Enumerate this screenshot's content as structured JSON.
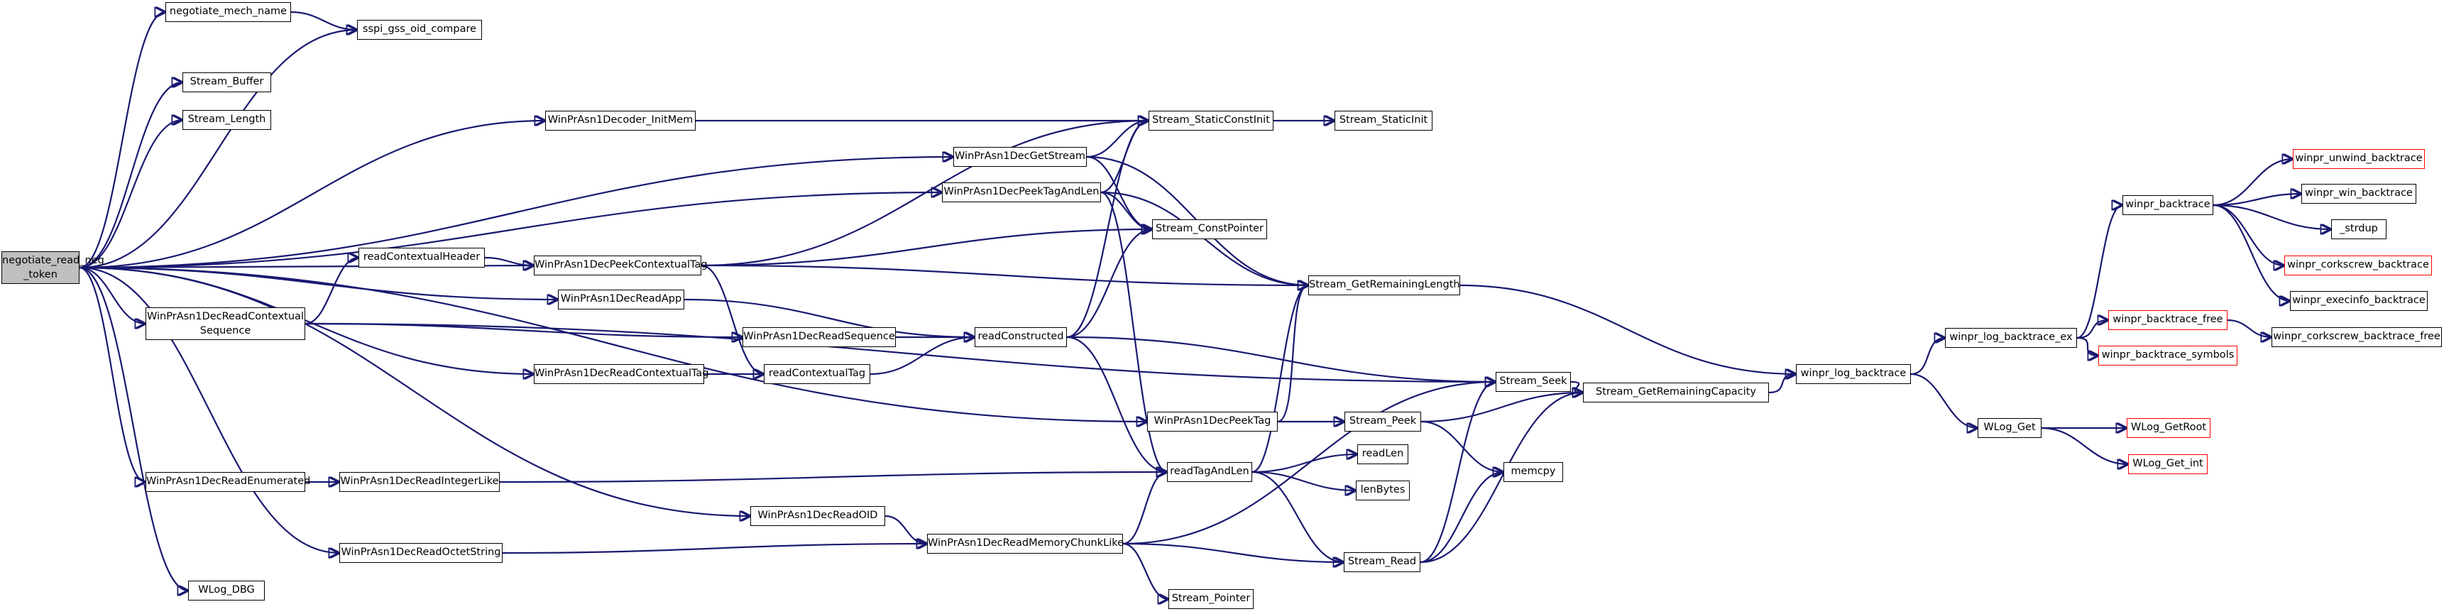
{
  "graph": {
    "root": {
      "line1": "negotiate_read_neg",
      "line2": "_token"
    },
    "nodes": {
      "negotiate_mech_name": "negotiate_mech_name",
      "sspi_gss_oid_compare": "sspi_gss_oid_compare",
      "Stream_Buffer": "Stream_Buffer",
      "Stream_Length": "Stream_Length",
      "WinPrAsn1Decoder_InitMem": "WinPrAsn1Decoder_InitMem",
      "Stream_StaticConstInit": "Stream_StaticConstInit",
      "Stream_StaticInit": "Stream_StaticInit",
      "WinPrAsn1DecGetStream": "WinPrAsn1DecGetStream",
      "WinPrAsn1DecPeekTagAndLen": "WinPrAsn1DecPeekTagAndLen",
      "Stream_ConstPointer": "Stream_ConstPointer",
      "WinPrAsn1DecPeekContextualTag": "WinPrAsn1DecPeekContextualTag",
      "Stream_GetRemainingLength": "Stream_GetRemainingLength",
      "WinPrAsn1DecReadApp": "WinPrAsn1DecReadApp",
      "readContextualHeader": "readContextualHeader",
      "WinPrAsn1DecReadContextualSequence": {
        "line1": "WinPrAsn1DecReadContextual",
        "line2": "Sequence"
      },
      "WinPrAsn1DecReadSequence": "WinPrAsn1DecReadSequence",
      "readConstructed": "readConstructed",
      "WinPrAsn1DecReadContextualTag": "WinPrAsn1DecReadContextualTag",
      "readContextualTag": "readContextualTag",
      "Stream_Seek": "Stream_Seek",
      "Stream_GetRemainingCapacity": "Stream_GetRemainingCapacity",
      "winpr_log_backtrace": "winpr_log_backtrace",
      "winpr_log_backtrace_ex": "winpr_log_backtrace_ex",
      "winpr_backtrace": "winpr_backtrace",
      "winpr_unwind_backtrace": "winpr_unwind_backtrace",
      "winpr_win_backtrace": "winpr_win_backtrace",
      "_strdup": "_strdup",
      "winpr_corkscrew_backtrace": "winpr_corkscrew_backtrace",
      "winpr_execinfo_backtrace": "winpr_execinfo_backtrace",
      "winpr_backtrace_free": "winpr_backtrace_free",
      "winpr_corkscrew_backtrace_free": "winpr_corkscrew_backtrace_free",
      "winpr_backtrace_symbols": "winpr_backtrace_symbols",
      "WLog_Get": "WLog_Get",
      "WLog_GetRoot": "WLog_GetRoot",
      "WLog_Get_int": "WLog_Get_int",
      "WinPrAsn1DecPeekTag": "WinPrAsn1DecPeekTag",
      "Stream_Peek": "Stream_Peek",
      "memcpy": "memcpy",
      "WinPrAsn1DecReadEnumerated": "WinPrAsn1DecReadEnumerated",
      "WinPrAsn1DecReadIntegerLike": "WinPrAsn1DecReadIntegerLike",
      "readTagAndLen": "readTagAndLen",
      "readLen": "readLen",
      "lenBytes": "lenBytes",
      "WinPrAsn1DecReadOID": "WinPrAsn1DecReadOID",
      "WinPrAsn1DecReadOctetString": "WinPrAsn1DecReadOctetString",
      "WinPrAsn1DecReadMemoryChunkLike": "WinPrAsn1DecReadMemoryChunkLike",
      "Stream_Read": "Stream_Read",
      "WLog_DBG": "WLog_DBG",
      "Stream_Pointer": "Stream_Pointer"
    },
    "truncated": [
      "winpr_unwind_backtrace",
      "winpr_corkscrew_backtrace",
      "winpr_backtrace_free",
      "winpr_backtrace_symbols",
      "WLog_GetRoot",
      "WLog_Get_int"
    ],
    "colors": {
      "edge": "#191970",
      "node_border": "#000000",
      "truncated_border": "#ff0000",
      "root_fill": "#bfbfbf"
    },
    "edges": [
      [
        "root",
        "negotiate_mech_name"
      ],
      [
        "root",
        "sspi_gss_oid_compare"
      ],
      [
        "root",
        "Stream_Buffer"
      ],
      [
        "root",
        "Stream_Length"
      ],
      [
        "root",
        "WinPrAsn1Decoder_InitMem"
      ],
      [
        "root",
        "WinPrAsn1DecGetStream"
      ],
      [
        "root",
        "WinPrAsn1DecPeekTagAndLen"
      ],
      [
        "root",
        "WinPrAsn1DecPeekContextualTag"
      ],
      [
        "root",
        "WinPrAsn1DecReadApp"
      ],
      [
        "root",
        "WinPrAsn1DecReadContextualSequence"
      ],
      [
        "root",
        "WinPrAsn1DecReadContextualTag"
      ],
      [
        "root",
        "WinPrAsn1DecPeekTag"
      ],
      [
        "root",
        "WinPrAsn1DecReadEnumerated"
      ],
      [
        "root",
        "WinPrAsn1DecReadOID"
      ],
      [
        "root",
        "WinPrAsn1DecReadOctetString"
      ],
      [
        "root",
        "WLog_DBG"
      ],
      [
        "negotiate_mech_name",
        "sspi_gss_oid_compare"
      ],
      [
        "WinPrAsn1Decoder_InitMem",
        "Stream_StaticConstInit"
      ],
      [
        "Stream_StaticConstInit",
        "Stream_StaticInit"
      ],
      [
        "WinPrAsn1DecGetStream",
        "Stream_StaticConstInit"
      ],
      [
        "WinPrAsn1DecGetStream",
        "Stream_ConstPointer"
      ],
      [
        "WinPrAsn1DecGetStream",
        "Stream_GetRemainingLength"
      ],
      [
        "WinPrAsn1DecPeekTagAndLen",
        "Stream_StaticConstInit"
      ],
      [
        "WinPrAsn1DecPeekTagAndLen",
        "Stream_ConstPointer"
      ],
      [
        "WinPrAsn1DecPeekTagAndLen",
        "Stream_GetRemainingLength"
      ],
      [
        "WinPrAsn1DecPeekTagAndLen",
        "readTagAndLen"
      ],
      [
        "WinPrAsn1DecPeekContextualTag",
        "Stream_StaticConstInit"
      ],
      [
        "WinPrAsn1DecPeekContextualTag",
        "Stream_ConstPointer"
      ],
      [
        "WinPrAsn1DecPeekContextualTag",
        "Stream_GetRemainingLength"
      ],
      [
        "WinPrAsn1DecPeekContextualTag",
        "readContextualTag"
      ],
      [
        "WinPrAsn1DecReadApp",
        "readConstructed"
      ],
      [
        "WinPrAsn1DecReadContextualSequence",
        "readContextualHeader"
      ],
      [
        "WinPrAsn1DecReadContextualSequence",
        "WinPrAsn1DecReadSequence"
      ],
      [
        "WinPrAsn1DecReadContextualSequence",
        "Stream_Seek"
      ],
      [
        "readContextualHeader",
        "WinPrAsn1DecPeekContextualTag"
      ],
      [
        "WinPrAsn1DecReadSequence",
        "readConstructed"
      ],
      [
        "WinPrAsn1DecReadContextualTag",
        "readContextualTag"
      ],
      [
        "readContextualTag",
        "readConstructed"
      ],
      [
        "readConstructed",
        "Stream_StaticConstInit"
      ],
      [
        "readConstructed",
        "Stream_ConstPointer"
      ],
      [
        "readConstructed",
        "Stream_Seek"
      ],
      [
        "readConstructed",
        "readTagAndLen"
      ],
      [
        "Stream_GetRemainingLength",
        "winpr_log_backtrace"
      ],
      [
        "Stream_Seek",
        "Stream_GetRemainingCapacity"
      ],
      [
        "Stream_GetRemainingCapacity",
        "winpr_log_backtrace"
      ],
      [
        "winpr_log_backtrace",
        "winpr_log_backtrace_ex"
      ],
      [
        "winpr_log_backtrace",
        "WLog_Get"
      ],
      [
        "winpr_log_backtrace_ex",
        "winpr_backtrace"
      ],
      [
        "winpr_log_backtrace_ex",
        "winpr_backtrace_free"
      ],
      [
        "winpr_log_backtrace_ex",
        "winpr_backtrace_symbols"
      ],
      [
        "winpr_backtrace",
        "winpr_unwind_backtrace"
      ],
      [
        "winpr_backtrace",
        "winpr_win_backtrace"
      ],
      [
        "winpr_backtrace",
        "_strdup"
      ],
      [
        "winpr_backtrace",
        "winpr_corkscrew_backtrace"
      ],
      [
        "winpr_backtrace",
        "winpr_execinfo_backtrace"
      ],
      [
        "winpr_backtrace_free",
        "winpr_corkscrew_backtrace_free"
      ],
      [
        "WLog_Get",
        "WLog_GetRoot"
      ],
      [
        "WLog_Get",
        "WLog_Get_int"
      ],
      [
        "WinPrAsn1DecPeekTag",
        "Stream_GetRemainingLength"
      ],
      [
        "WinPrAsn1DecPeekTag",
        "Stream_Peek"
      ],
      [
        "Stream_Peek",
        "Stream_GetRemainingCapacity"
      ],
      [
        "Stream_Peek",
        "memcpy"
      ],
      [
        "WinPrAsn1DecReadEnumerated",
        "WinPrAsn1DecReadIntegerLike"
      ],
      [
        "WinPrAsn1DecReadIntegerLike",
        "readTagAndLen"
      ],
      [
        "readTagAndLen",
        "Stream_GetRemainingLength"
      ],
      [
        "readTagAndLen",
        "readLen"
      ],
      [
        "readTagAndLen",
        "lenBytes"
      ],
      [
        "readTagAndLen",
        "Stream_Read"
      ],
      [
        "WinPrAsn1DecReadOID",
        "WinPrAsn1DecReadMemoryChunkLike"
      ],
      [
        "WinPrAsn1DecReadOctetString",
        "WinPrAsn1DecReadMemoryChunkLike"
      ],
      [
        "WinPrAsn1DecReadMemoryChunkLike",
        "readTagAndLen"
      ],
      [
        "WinPrAsn1DecReadMemoryChunkLike",
        "Stream_Seek"
      ],
      [
        "WinPrAsn1DecReadMemoryChunkLike",
        "Stream_Read"
      ],
      [
        "WinPrAsn1DecReadMemoryChunkLike",
        "Stream_Pointer"
      ],
      [
        "Stream_Read",
        "Stream_Seek"
      ],
      [
        "Stream_Read",
        "memcpy"
      ],
      [
        "Stream_Read",
        "Stream_GetRemainingCapacity"
      ]
    ]
  }
}
